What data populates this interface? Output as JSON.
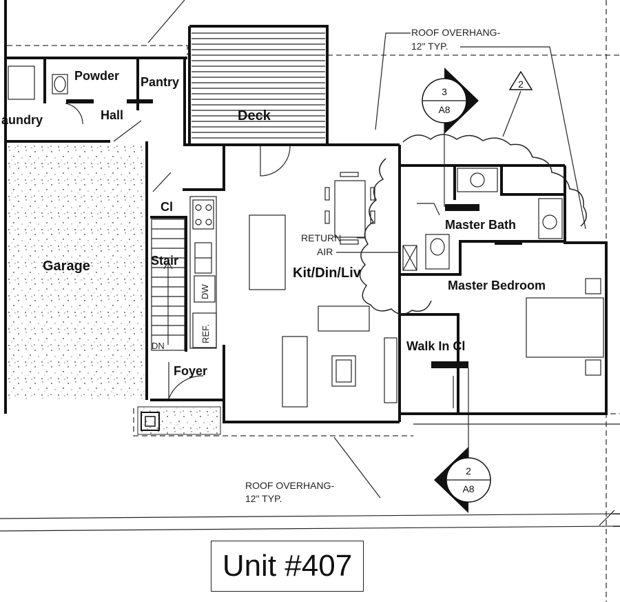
{
  "rooms": {
    "laundry": "aundry",
    "powder": "Powder",
    "pantry": "Pantry",
    "hall": "Hall",
    "deck": "Deck",
    "garage": "Garage",
    "closet": "Cl",
    "stair": "Stair",
    "kit_din_liv": "Kit/Din/Liv",
    "foyer": "Foyer",
    "master_bath": "Master Bath",
    "master_bedroom": "Master Bedroom",
    "walk_in_closet": "Walk In Cl"
  },
  "appliances": {
    "dishwasher": "DW",
    "refrigerator": "REF.",
    "stair_direction": "DN"
  },
  "notes": {
    "roof_overhang_top_line1": "ROOF OVERHANG-",
    "roof_overhang_top_line2": "12\" TYP.",
    "roof_overhang_bottom_line1": "ROOF OVERHANG-",
    "roof_overhang_bottom_line2": "12\" TYP.",
    "return_air_line1": "RETURN",
    "return_air_line2": "AIR"
  },
  "section_markers": {
    "top_number": "3",
    "top_sheet": "A8",
    "bottom_number": "2",
    "bottom_sheet": "A8"
  },
  "revision_tag": "2",
  "unit_title": "Unit #407"
}
